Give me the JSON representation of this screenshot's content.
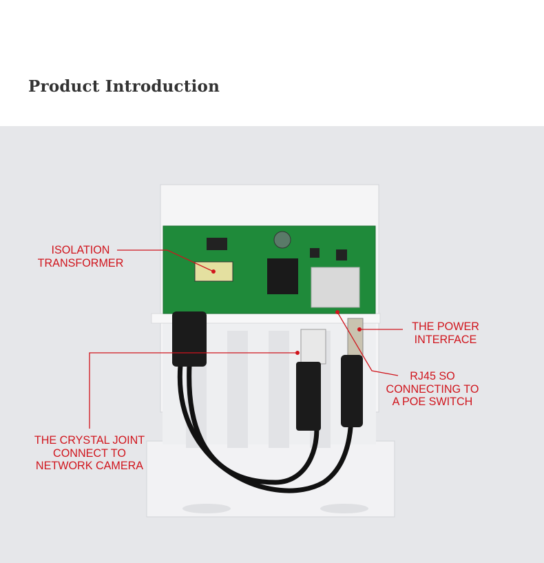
{
  "header": {
    "title": "Product Introduction"
  },
  "annotations": {
    "isolation_transformer": [
      "ISOLATION",
      "TRANSFORMER"
    ],
    "power_interface": [
      "THE POWER",
      "INTERFACE"
    ],
    "rj45": [
      "RJ45 SO",
      "CONNECTING TO",
      "A POE SWITCH"
    ],
    "crystal_joint": [
      "THE CRYSTAL JOINT",
      "CONNECT TO",
      "NETWORK CAMERA"
    ]
  },
  "colors": {
    "annotation": "#d0141c",
    "pcb": "#1f8a3a",
    "background": "#e6e7ea"
  }
}
